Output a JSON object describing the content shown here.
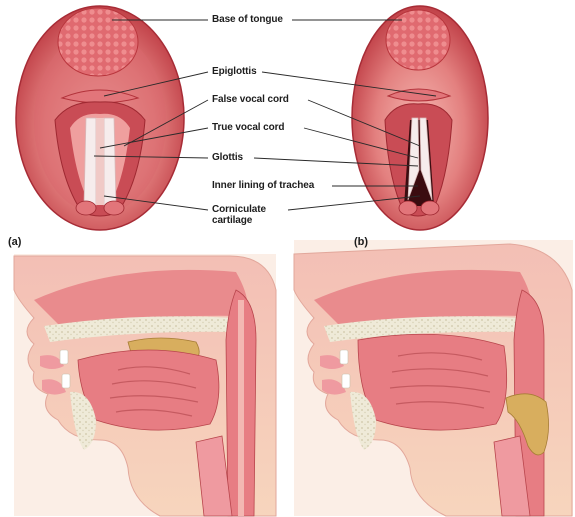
{
  "labels": {
    "base_of_tongue": "Base of tongue",
    "epiglottis": "Epiglottis",
    "false_vocal_cord": "False vocal cord",
    "true_vocal_cord": "True vocal cord",
    "glottis": "Glottis",
    "inner_lining_of_trachea": "Inner lining of trachea",
    "corniculate_line1": "Corniculate",
    "corniculate_line2": "cartilage"
  },
  "panels": {
    "a": "(a)",
    "b": "(b)"
  },
  "colors": {
    "tissue_dark": "#c9434c",
    "tissue_mid": "#e58a8c",
    "tissue_light": "#f3b7b2",
    "skin": "#f7d9b9",
    "bone": "#efead8",
    "soft_palate_gold": "#d8ae5e",
    "trachea_dark": "#3b0c10",
    "cords_white": "#f6ecec"
  }
}
